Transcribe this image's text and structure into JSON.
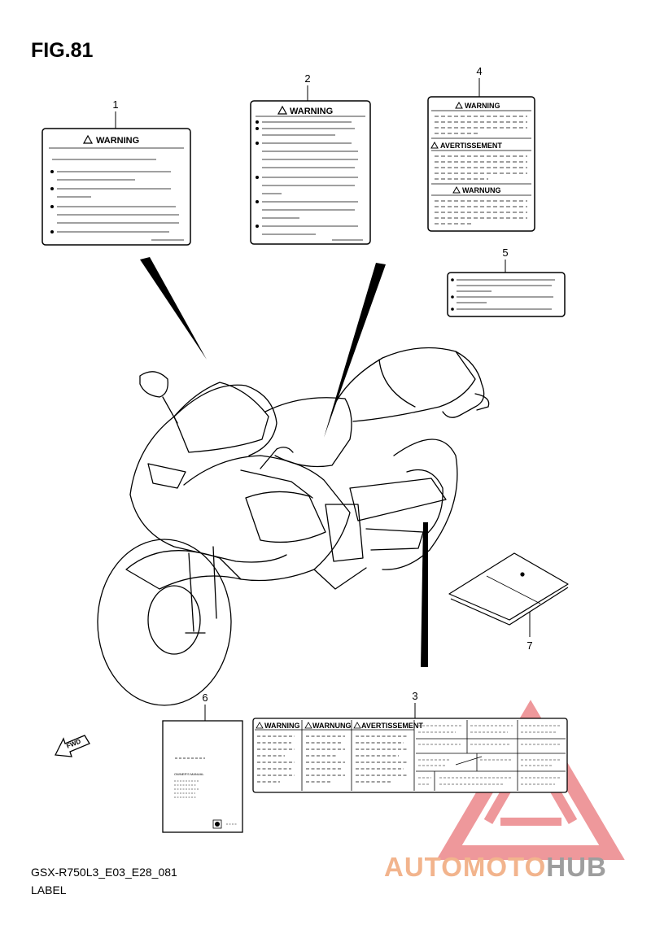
{
  "figure": {
    "title": "FIG.81",
    "code": "GSX-R750L3_E03_E28_081",
    "name": "LABEL"
  },
  "callouts": [
    "1",
    "2",
    "3",
    "4",
    "5",
    "6",
    "7"
  ],
  "labels": {
    "warning": "WARNING",
    "avertissement": "AVERTISSEMENT",
    "warnung": "WARNUNG",
    "fwd": "FWD",
    "owners_manual": "OWNER'S MANUAL"
  },
  "watermark": {
    "part1": "AUTOMOTO",
    "part2": "HUB",
    "color_primary": "#f08a5d",
    "color_secondary": "#9e9e9e"
  }
}
